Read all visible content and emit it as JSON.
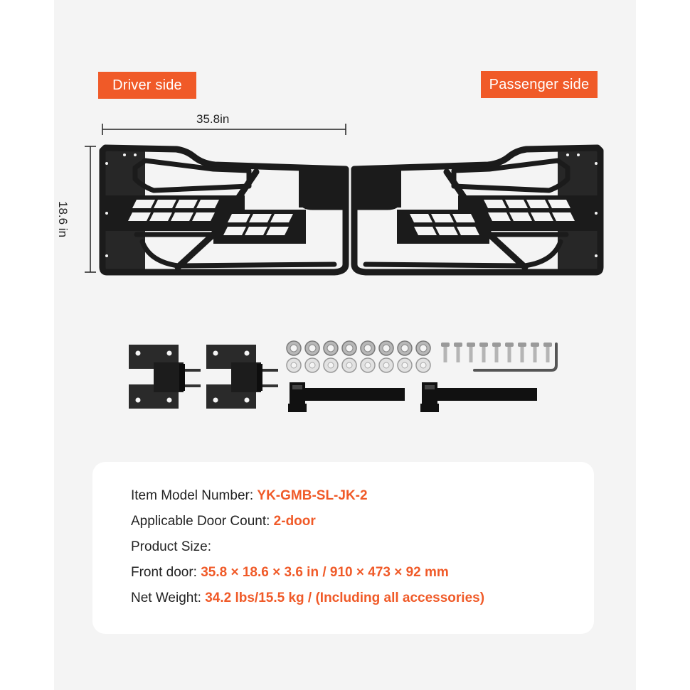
{
  "labels": {
    "driver_side": "Driver side",
    "passenger_side": "Passenger side",
    "width_dimension": "35.8in",
    "height_dimension": "18.6 in"
  },
  "specs": {
    "model_label": "Item Model Number:",
    "model_value": "YK-GMB-SL-JK-2",
    "door_count_label": "Applicable Door Count:",
    "door_count_value": "2-door",
    "size_label": "Product Size:",
    "front_door_label": "Front door:",
    "front_door_value": "35.8 × 18.6 × 3.6 in / 910 × 473 × 92 mm",
    "weight_label": "Net Weight:",
    "weight_value": "34.2 lbs/15.5 kg / (Including all accessories)"
  },
  "colors": {
    "accent": "#f05a28",
    "product": "#1b1b1b",
    "background": "#f4f4f4",
    "card": "#ffffff"
  },
  "icons": [
    "door-frame-icon",
    "hinge-icon",
    "nut-icon",
    "washer-icon",
    "bolt-icon",
    "hex-key-icon",
    "check-strap-icon"
  ]
}
